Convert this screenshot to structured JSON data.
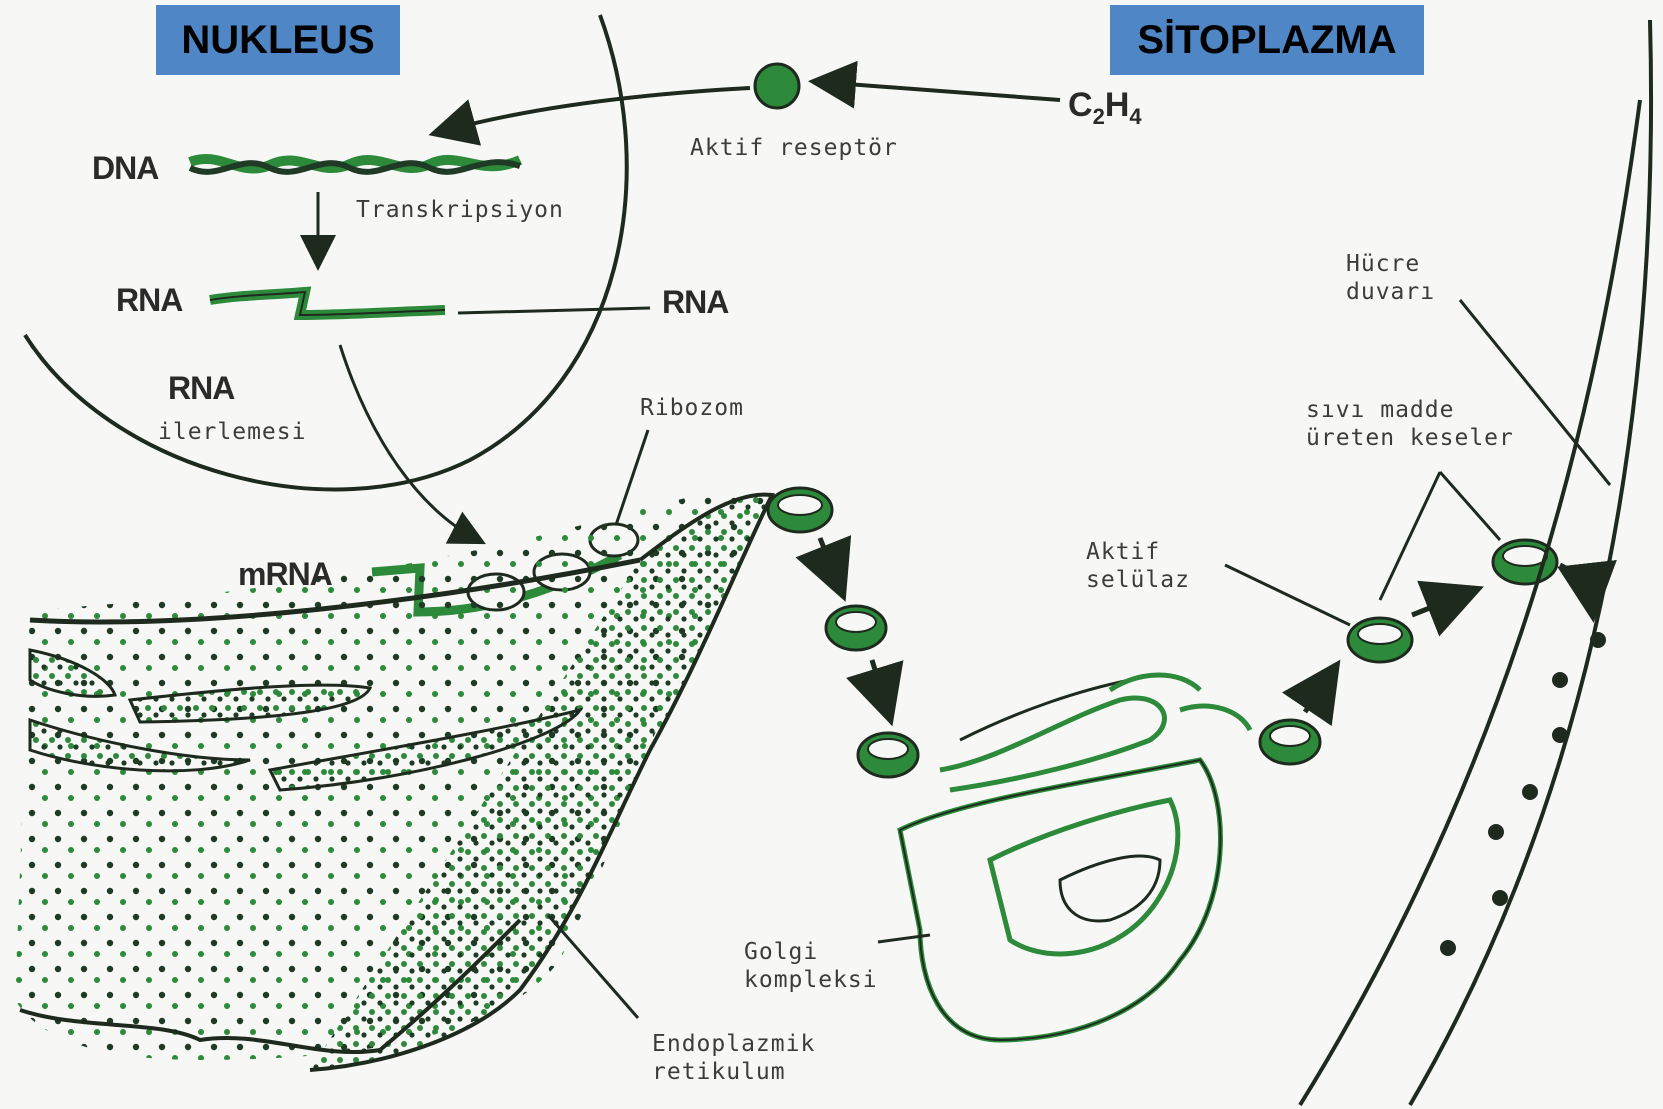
{
  "headers": {
    "nucleus": "NUKLEUS",
    "cytoplasm": "SİTOPLAZMA"
  },
  "labels": {
    "dna": "DNA",
    "rna_nucleus": "RNA",
    "rna_cytoplasm": "RNA",
    "rna_progress_title": "RNA",
    "rna_progress_sub": "ilerlemesi",
    "mrna": "mRNA",
    "transcription": "Transkripsiyon",
    "active_receptor": "Aktif reseptör",
    "ribosome": "Ribozom",
    "cell_wall_line1": "Hücre",
    "cell_wall_line2": "duvarı",
    "fluid_sacs_line1": "sıvı madde",
    "fluid_sacs_line2": "üreten keseler",
    "active_cellulase_line1": "Aktif",
    "active_cellulase_line2": "selülaz",
    "golgi_line1": "Golgi",
    "golgi_line2": "kompleksi",
    "er_line1": "Endoplazmik",
    "er_line2": "retikulum"
  },
  "formula": {
    "base": "C",
    "sub1": "2",
    "mid": "H",
    "sub2": "4"
  },
  "colors": {
    "header_bg": "#4f86c6",
    "ink": "#1f2a1f",
    "green": "#2c8a3a",
    "paper": "#f7f8f6"
  }
}
